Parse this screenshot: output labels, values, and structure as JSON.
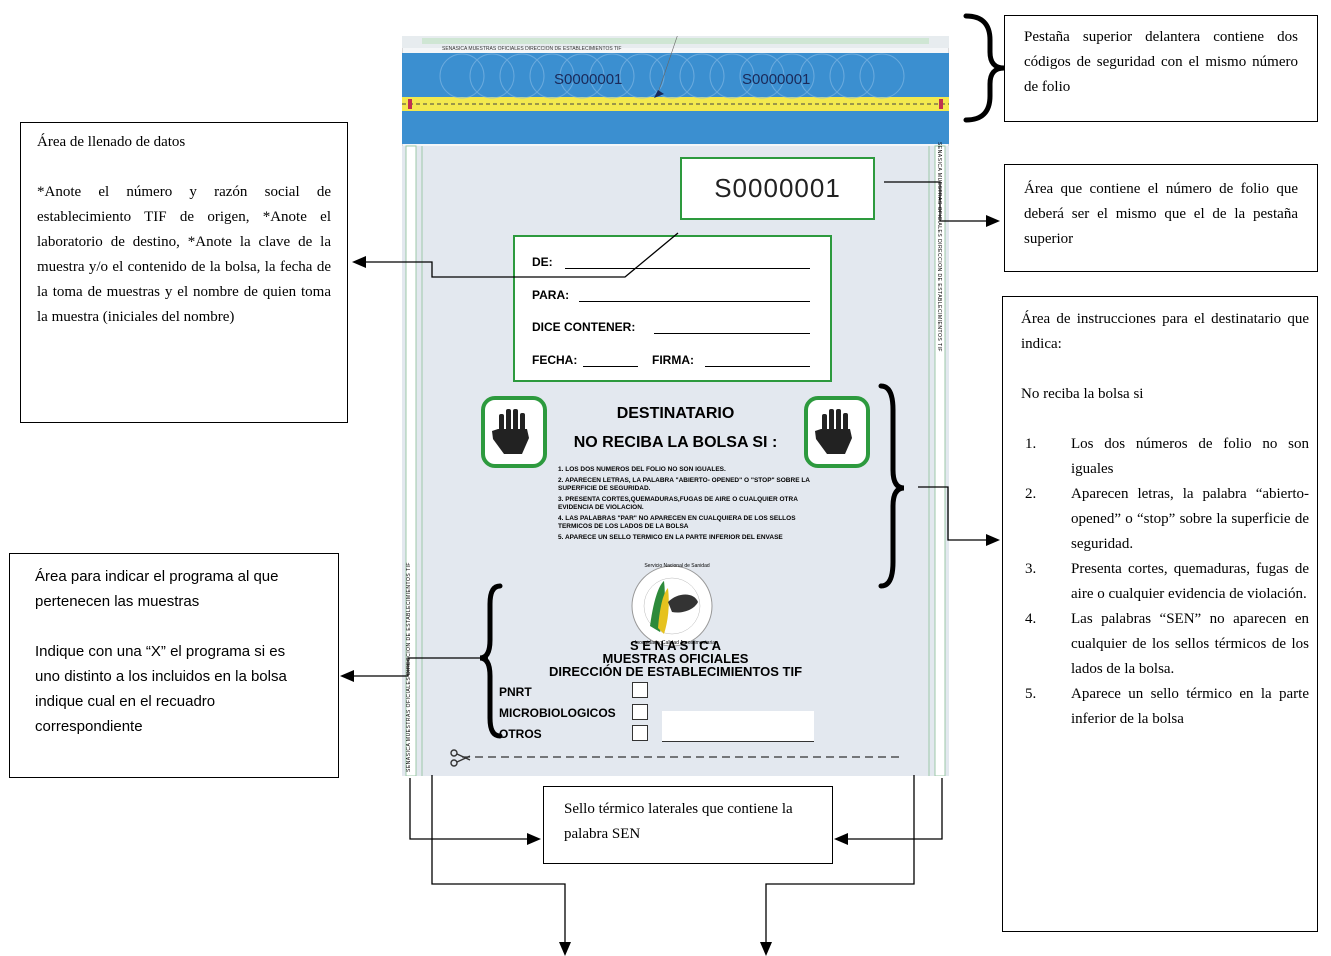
{
  "bag": {
    "tab_strip_text": "SENASICA MUESTRAS OFICIALES DIRECCIÓN DE ESTABLECIMIENTOS TIF",
    "tab_folio_1": "S0000001",
    "tab_folio_2": "S0000001",
    "folio_main": "S0000001",
    "side_text": "SENASICA MUESTRAS OFICIALES DIRECCIÓN DE ESTABLECIMIENTOS TIF",
    "form": {
      "de": "DE:",
      "para": "PARA:",
      "dice": "DICE CONTENER:",
      "fecha": "FECHA:",
      "firma": "FIRMA:"
    },
    "warn_title_1": "DESTINATARIO",
    "warn_title_2": "NO RECIBA LA BOLSA SI :",
    "warn_items": [
      "1. LOS DOS NUMEROS DEL FOLIO NO SON IGUALES.",
      "2. APARECEN LETRAS, LA PALABRA \"ABIERTO- OPENED\" O \"STOP\" SOBRE LA SUPERFICIE DE SEGURIDAD.",
      "3. PRESENTA CORTES,QUEMADURAS,FUGAS DE AIRE O CUALQUIER OTRA EVIDENCIA DE VIOLACION.",
      "4. LAS PALABRAS \"PAR\" NO APARECEN EN CUALQUIERA DE LOS SELLOS TERMICOS DE LOS LADOS DE LA BOLSA",
      "5. APARECE UN SELLO TERMICO EN LA PARTE INFERIOR DEL ENVASE"
    ],
    "seal_top": "Servicio Nacional de Sanidad",
    "seal_bottom": "Inocuidad y Calidad Agroalimentaria",
    "org_1": "S E N A S I C A",
    "org_2": "MUESTRAS OFICIALES",
    "org_3": "DIRECCIÓN DE ESTABLECIMIENTOS TIF",
    "programs": [
      "PNRT",
      "MICROBIOLOGICOS",
      "OTROS"
    ]
  },
  "callouts": {
    "top_tab": "Pestaña superior delantera contiene dos códigos de seguridad con el mismo número de folio",
    "folio_area": "Área que contiene el número de folio que deberá ser el mismo que el de la pestaña superior",
    "data_area": {
      "title": "Área de llenado de datos",
      "body": "*Anote el número y razón social de establecimiento TIF de origen, *Anote el laboratorio de destino, *Anote la clave de la muestra y/o el contenido de la bolsa, la fecha de la toma de muestras y el nombre de quien toma la muestra (iniciales del nombre)"
    },
    "instructions": {
      "intro": "Área de instrucciones para el destinatario que indica:",
      "lead": "No reciba la bolsa si",
      "items": [
        {
          "num": "1.",
          "text": "Los dos números de folio no son iguales"
        },
        {
          "num": "2.",
          "text": "Aparecen letras, la palabra “abierto-opened” o “stop” sobre la superficie de seguridad."
        },
        {
          "num": "3.",
          "text": "Presenta cortes, quemaduras, fugas de aire o cualquier evidencia de violación."
        },
        {
          "num": "4.",
          "text": "Las palabras “SEN” no aparecen en cualquier de los sellos térmicos de los lados de la bolsa."
        },
        {
          "num": "5.",
          "text": "Aparece un sello térmico en la parte inferior de la bolsa"
        }
      ]
    },
    "program_area": {
      "title": "Área para indicar el programa al que pertenecen las muestras",
      "body": "Indique con una “X” el programa si es uno distinto a los incluidos en la bolsa indique cual en el recuadro correspondiente"
    },
    "side_seal": "Sello térmico laterales que contiene la palabra SEN"
  }
}
